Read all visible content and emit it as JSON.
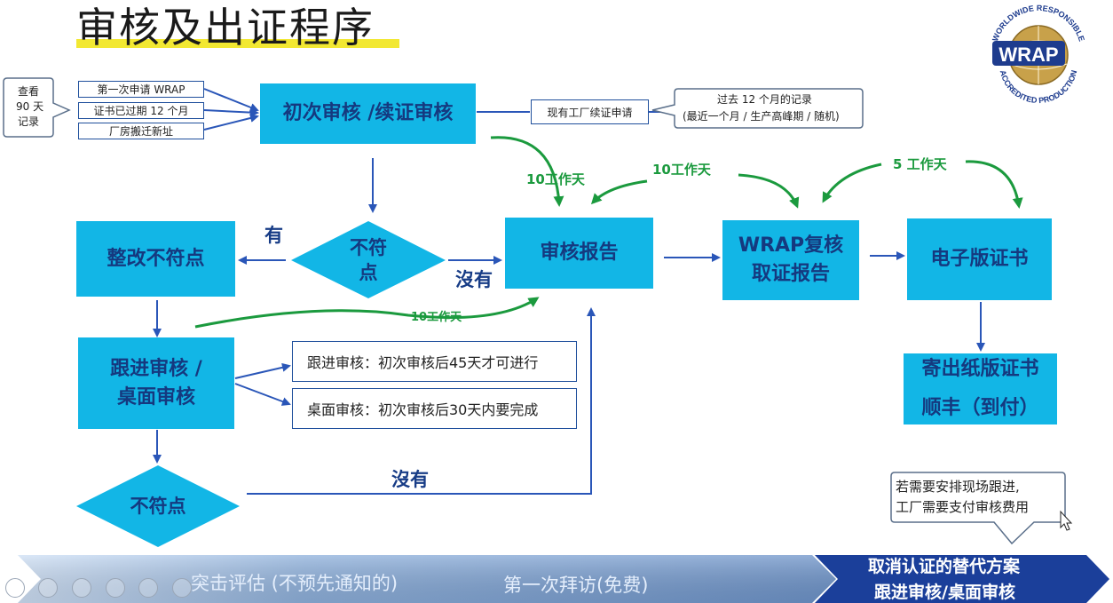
{
  "title": "审核及出证程序",
  "logo": {
    "top": "WORLDWIDE RESPONSIBLE",
    "center": "WRAP",
    "bottom": "ACCREDITED PRODUCTION"
  },
  "review_callout": [
    "查看",
    "90 天",
    "记录"
  ],
  "initial_conditions": [
    "第一次申请 WRAP",
    "证书已过期 12 个月",
    "厂房搬迁新址"
  ],
  "boxes": {
    "initial_audit": "初次审核 /续证审核",
    "rectify": "整改不符点",
    "audit_report": "审核报告",
    "wrap_review": [
      "WRAP复核",
      "取证报告"
    ],
    "e_cert": "电子版证书",
    "follow_up": [
      "跟进审核 /",
      "桌面审核"
    ],
    "paper_cert": [
      "寄出纸版证书",
      "顺丰（到付）"
    ]
  },
  "existing_factory": "现有工厂续证申请",
  "past_records_callout": [
    "过去 12 个月的记录",
    "(最近一个月 / 生产高峰期 / 随机)"
  ],
  "diamonds": {
    "nonconform_1": [
      "不符",
      "点"
    ],
    "nonconform_2": "不符点"
  },
  "labels": {
    "yes": "有",
    "no_1": "沒有",
    "no_2": "沒有",
    "days_10_a": "10工作天",
    "days_10_b": "10工作天",
    "days_10_c": "10工作天",
    "days_5": "5 工作天"
  },
  "follow_notes": [
    "跟进审核：初次审核后45天才可进行",
    "桌面审核：初次审核后30天内要完成"
  ],
  "onsite_callout": [
    "若需要安排现场跟进,",
    "工厂需要支付审核费用"
  ],
  "bottom_bar": {
    "item_1": "突击评估 (不预先通知的)",
    "item_2": "第一次拜访(免费)",
    "item_3": [
      "取消认证的替代方案",
      "跟进审核/桌面审核"
    ]
  },
  "colors": {
    "box": "#12b6e6",
    "box_text": "#15397f",
    "arrow_blue": "#2a56b8",
    "arrow_green": "#1b9a3e",
    "highlight": "#f2e832"
  },
  "icons": [
    "prev-icon",
    "play-icon",
    "pen-icon",
    "grid-icon",
    "zoom-icon",
    "more-icon",
    "cursor-icon"
  ]
}
